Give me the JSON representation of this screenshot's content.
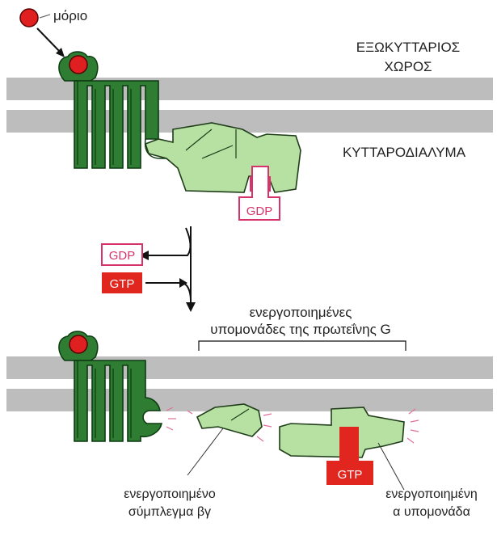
{
  "labels": {
    "molecule": "μόριο",
    "extracellular_line1": "ΕΞΩΚΥΤΤΑΡΙΟΣ",
    "extracellular_line2": "ΧΩΡΟΣ",
    "cytoplasm": "ΚΥΤΤΑΡΟΔΙΑΛΥΜΑ",
    "activated_line1": "ενεργοποιημένες",
    "activated_line2": "υπομονάδες της πρωτεΐνης G",
    "beta_gamma_line1": "ενεργοποιημένο",
    "beta_gamma_line2": "σύμπλεγμα βγ",
    "alpha_line1": "ενεργοποιημένη",
    "alpha_line2": "α υπομονάδα"
  },
  "boxes": {
    "gdp_bound": "GDP",
    "gdp_released": "GDP",
    "gtp_incoming": "GTP",
    "gtp_bound": "GTP"
  },
  "colors": {
    "membrane": "#b9b9b9",
    "receptor": "#2e7d32",
    "receptor_dark": "#0d3b12",
    "gprotein": "#b7e0a3",
    "molecule": "#e02020",
    "gdp": "#d6336c",
    "gtp": "#e0261f"
  }
}
